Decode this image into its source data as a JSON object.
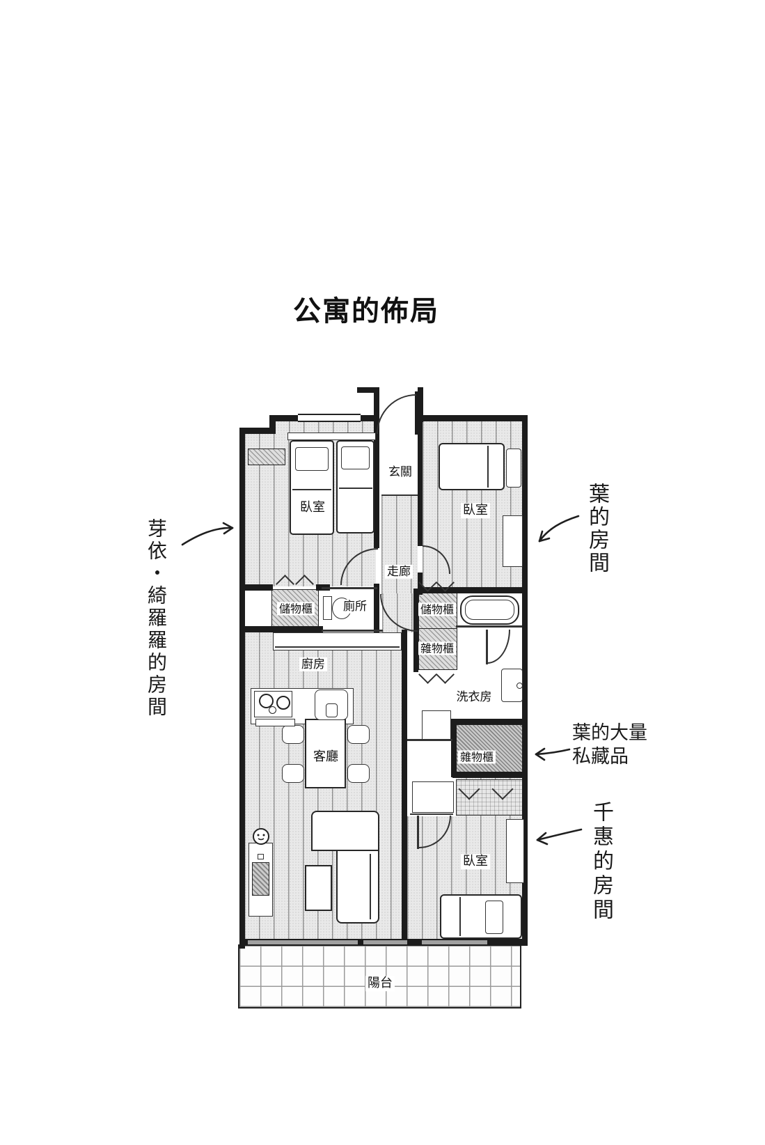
{
  "title": "公寓的佈局",
  "rooms": {
    "bedroom_top_left": "臥室",
    "bedroom_top_right": "臥室",
    "bedroom_bottom_right": "臥室",
    "entrance": "玄關",
    "corridor": "走廊",
    "storage_left": "儲物櫃",
    "toilet": "廁所",
    "storage_mid": "儲物櫃",
    "misc_cabinet_mid": "雜物櫃",
    "laundry": "洗衣房",
    "kitchen": "廚房",
    "living_room": "客廳",
    "misc_cabinet_large": "雜物櫃",
    "balcony": "陽台"
  },
  "annotations": {
    "left_room": "芽依・綺羅羅的房間",
    "top_right_room": "葉的房間",
    "mid_right_lines": [
      "葉的大量",
      "私藏品"
    ],
    "bottom_right_room": "千惠的房間"
  },
  "colors": {
    "wall": "#1c1c1c",
    "floor": "#e9e9e9",
    "hatch": "#dedede",
    "sliding_door": "#a0a0a0"
  }
}
